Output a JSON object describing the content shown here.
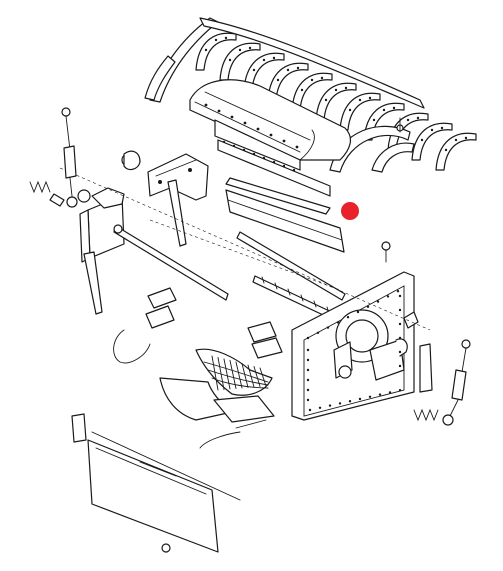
{
  "diagram": {
    "style": "exploded-view line drawing",
    "colors": {
      "line": "#1a1a1a",
      "background": "#ffffff",
      "marker": "#e8212a"
    },
    "parts": [
      {
        "name": "concave-bars-set",
        "icon": "curved-bars-icon"
      },
      {
        "name": "threshing-cover",
        "icon": "semi-cylinder-icon"
      },
      {
        "name": "rasp-bar",
        "icon": "rasp-bar-icon"
      },
      {
        "name": "side-frame-plate",
        "icon": "plate-icon"
      },
      {
        "name": "adjusting-rod",
        "icon": "rod-icon"
      },
      {
        "name": "tension-spring",
        "icon": "spring-icon"
      },
      {
        "name": "grate-segment",
        "icon": "grate-icon"
      },
      {
        "name": "bottom-cover-panel",
        "icon": "panel-icon"
      }
    ],
    "marker": {
      "name": "selection-marker",
      "icon": "red-dot-icon"
    }
  }
}
